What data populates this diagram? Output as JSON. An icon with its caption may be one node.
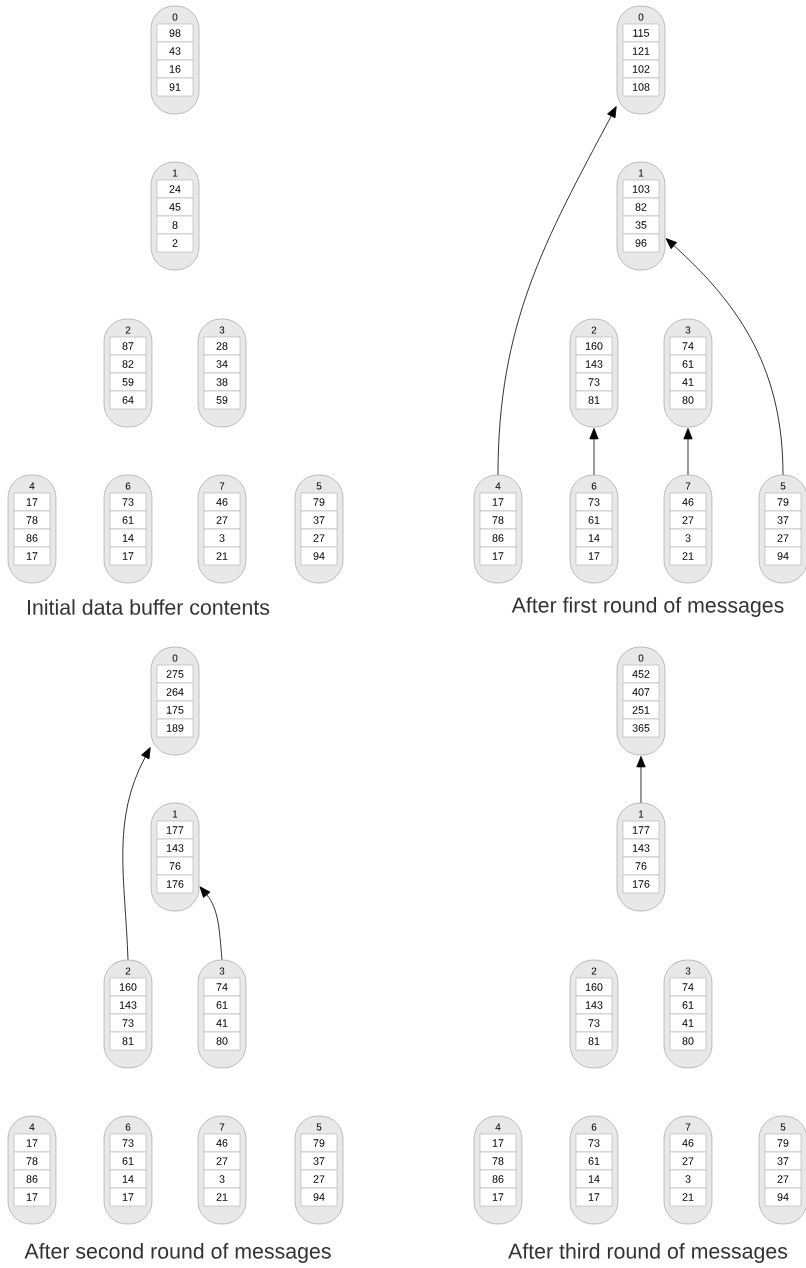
{
  "diagram": {
    "nodes": [
      {
        "text": [
          "0",
          "98",
          "43",
          "16",
          "91"
        ]
      },
      {
        "text": [
          "1",
          "24",
          "45",
          "8",
          "2"
        ]
      },
      {
        "text": [
          "2",
          "87",
          "82",
          "59",
          "64"
        ]
      },
      {
        "text": [
          "3",
          "28",
          "34",
          "38",
          "59"
        ]
      },
      {
        "text": [
          "4",
          "17",
          "78",
          "86",
          "17"
        ]
      },
      {
        "text": [
          "6",
          "73",
          "61",
          "14",
          "17"
        ]
      },
      {
        "text": [
          "7",
          "46",
          "27",
          "3",
          "21"
        ]
      },
      {
        "text": [
          "5",
          "79",
          "37",
          "27",
          "94"
        ]
      },
      {
        "text": [
          "0",
          "115",
          "121",
          "102",
          "108"
        ]
      },
      {
        "text": [
          "1",
          "103",
          "82",
          "35",
          "96"
        ]
      },
      {
        "text": [
          "2",
          "160",
          "143",
          "73",
          "81"
        ]
      },
      {
        "text": [
          "3",
          "74",
          "61",
          "41",
          "80"
        ]
      },
      {
        "text": [
          "4",
          "17",
          "78",
          "86",
          "17"
        ]
      },
      {
        "text": [
          "6",
          "73",
          "61",
          "14",
          "17"
        ]
      },
      {
        "text": [
          "7",
          "46",
          "27",
          "3",
          "21"
        ]
      },
      {
        "text": [
          "5",
          "79",
          "37",
          "27",
          "94"
        ]
      },
      {
        "text": [
          "0",
          "275",
          "264",
          "175",
          "189"
        ]
      },
      {
        "text": [
          "1",
          "177",
          "143",
          "76",
          "176"
        ]
      },
      {
        "text": [
          "2",
          "160",
          "143",
          "73",
          "81"
        ]
      },
      {
        "text": [
          "3",
          "74",
          "61",
          "41",
          "80"
        ]
      },
      {
        "text": [
          "4",
          "17",
          "78",
          "86",
          "17"
        ]
      },
      {
        "text": [
          "6",
          "73",
          "61",
          "14",
          "17"
        ]
      },
      {
        "text": [
          "7",
          "46",
          "27",
          "3",
          "21"
        ]
      },
      {
        "text": [
          "5",
          "79",
          "37",
          "27",
          "94"
        ]
      },
      {
        "text": [
          "0",
          "452",
          "407",
          "251",
          "365"
        ]
      },
      {
        "text": [
          "1",
          "177",
          "143",
          "76",
          "176"
        ]
      },
      {
        "text": [
          "2",
          "160",
          "143",
          "73",
          "81"
        ]
      },
      {
        "text": [
          "3",
          "74",
          "61",
          "41",
          "80"
        ]
      },
      {
        "text": [
          "4",
          "17",
          "78",
          "86",
          "17"
        ]
      },
      {
        "text": [
          "6",
          "73",
          "61",
          "14",
          "17"
        ]
      },
      {
        "text": [
          "7",
          "46",
          "27",
          "3",
          "21"
        ]
      },
      {
        "text": [
          "5",
          "79",
          "37",
          "27",
          "94"
        ]
      }
    ],
    "edges": [
      {
        "from": 12,
        "to": 8,
        "arrow": "to"
      },
      {
        "from": 13,
        "to": 10,
        "arrow": "to"
      },
      {
        "from": 14,
        "to": 11,
        "arrow": "to"
      },
      {
        "from": 15,
        "to": 9,
        "arrow": "to"
      },
      {
        "from": 18,
        "to": 16,
        "arrow": "to"
      },
      {
        "from": 19,
        "to": 17,
        "arrow": "to"
      },
      {
        "from": 25,
        "to": 24,
        "arrow": "to"
      }
    ],
    "labels": [
      "Initial data buffer contents",
      "After first round of messages",
      "After second round of messages",
      "After third round of messages"
    ]
  }
}
